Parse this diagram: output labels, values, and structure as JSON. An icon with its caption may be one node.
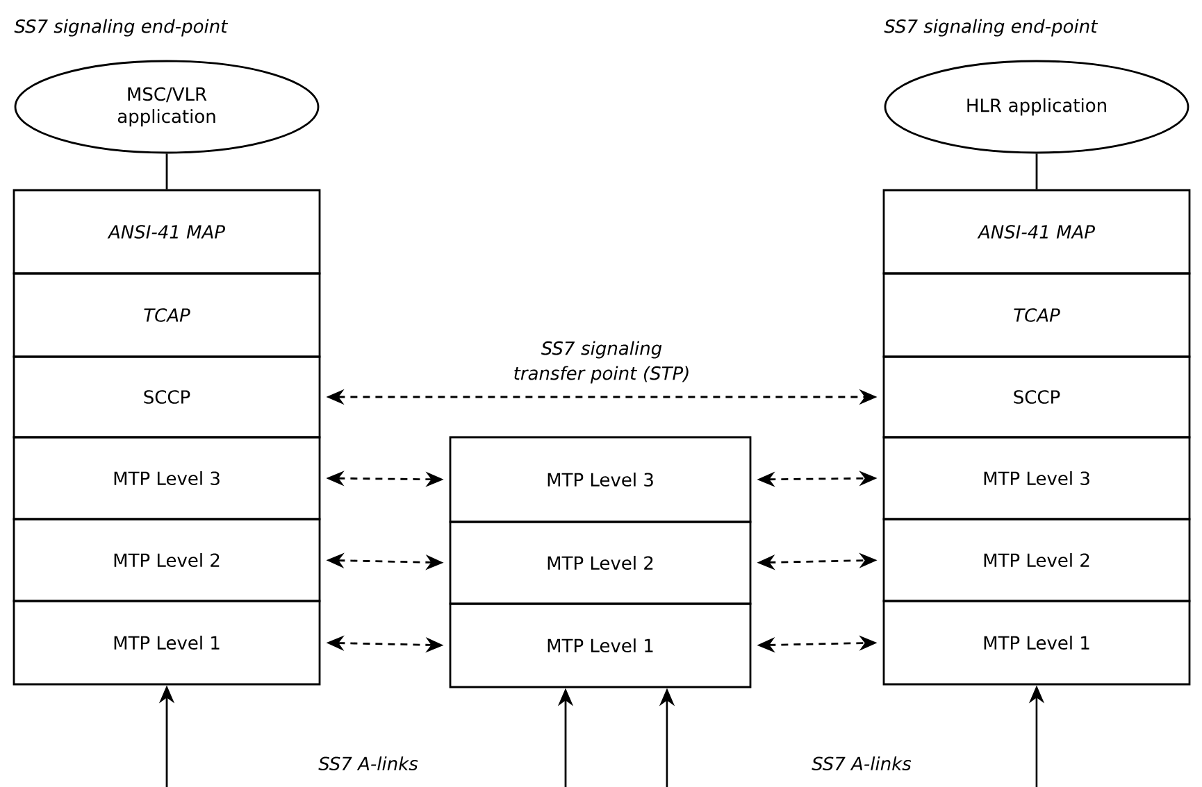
{
  "diagram": {
    "nodes": [
      {
        "text": [
          "MSC/VLR application"
        ]
      },
      {
        "text": [
          "ANSI-41 MAP"
        ]
      },
      {
        "text": [
          "TCAP"
        ]
      },
      {
        "text": [
          "SCCP"
        ]
      },
      {
        "text": [
          "MTP Level 3"
        ]
      },
      {
        "text": [
          "MTP Level 2"
        ]
      },
      {
        "text": [
          "MTP Level 1"
        ]
      },
      {
        "text": [
          "HLR application"
        ]
      },
      {
        "text": [
          "ANSI-41 MAP"
        ]
      },
      {
        "text": [
          "TCAP"
        ]
      },
      {
        "text": [
          "SCCP"
        ]
      },
      {
        "text": [
          "MTP Level 3"
        ]
      },
      {
        "text": [
          "MTP Level 2"
        ]
      },
      {
        "text": [
          "MTP Level 1"
        ]
      },
      {
        "text": [
          "MTP Level 3"
        ]
      },
      {
        "text": [
          "MTP Level 2"
        ]
      },
      {
        "text": [
          "MTP Level 1"
        ]
      }
    ],
    "edges": [
      {
        "from": 0,
        "to": 1,
        "arrow": "none"
      },
      {
        "from": 7,
        "to": 8,
        "arrow": "none"
      },
      {
        "from": 3,
        "to": 10,
        "arrow": "both",
        "style": "dashed"
      },
      {
        "from": 4,
        "to": 14,
        "arrow": "both",
        "style": "dashed"
      },
      {
        "from": 14,
        "to": 11,
        "arrow": "both",
        "style": "dashed"
      },
      {
        "from": 5,
        "to": 15,
        "arrow": "both",
        "style": "dashed"
      },
      {
        "from": 15,
        "to": 12,
        "arrow": "both",
        "style": "dashed"
      },
      {
        "from": 6,
        "to": 16,
        "arrow": "both",
        "style": "dashed"
      },
      {
        "from": 16,
        "to": 13,
        "arrow": "both",
        "style": "dashed"
      },
      {
        "from": null,
        "to": 6,
        "arrow": "to"
      },
      {
        "from": null,
        "to": 16,
        "arrow": "to"
      },
      {
        "from": null,
        "to": 16,
        "arrow": "to"
      },
      {
        "from": null,
        "to": 13,
        "arrow": "to"
      }
    ],
    "labels": [
      "SS7 signaling end-point",
      "SS7 signaling end-point",
      "SS7 signaling transfer point (STP)",
      "SS7 A-links",
      "SS7 A-links"
    ]
  }
}
